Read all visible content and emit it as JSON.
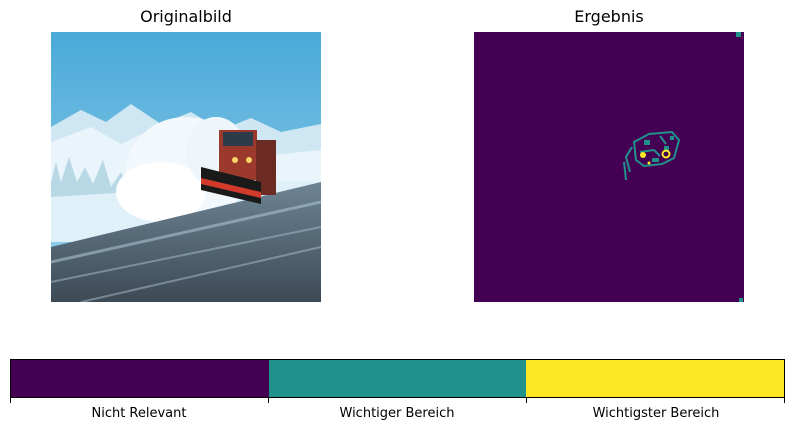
{
  "panels": {
    "left_title": "Originalbild",
    "right_title": "Ergebnis"
  },
  "colorbar": {
    "labels": [
      "Nicht Relevant",
      "Wichtiger Bereich",
      "Wichtigster Bereich"
    ],
    "colors": [
      "#440154",
      "#21918c",
      "#fde725"
    ]
  },
  "image_subject": "snowplow-truck-on-snowy-road"
}
